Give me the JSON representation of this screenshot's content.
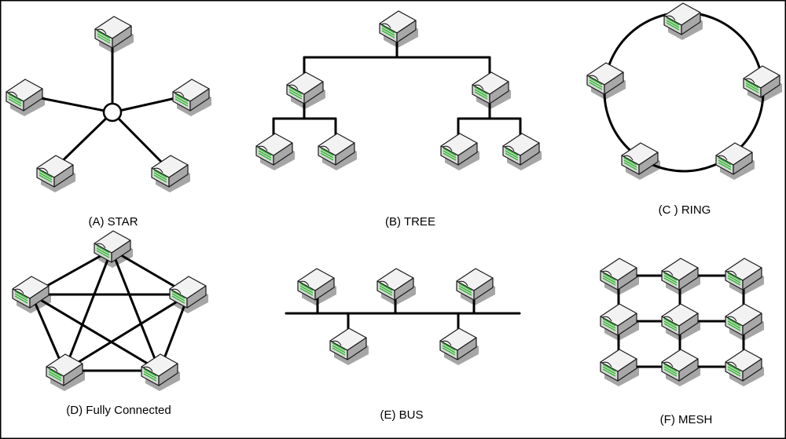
{
  "colors": {
    "background": "#ffffff",
    "frame": "#000000",
    "link": "#000000",
    "device_top": "#f2f2f2",
    "device_front": "#d9d9d9",
    "device_side": "#a8a8a8",
    "device_outline": "#1a1a1a",
    "device_ports": "#2db82d"
  },
  "device_icon": "network-switch-icon",
  "captions": {
    "star": "(A) STAR",
    "tree": "(B) TREE",
    "ring": "(C ) RING",
    "fully_connected": "(D) Fully Connected",
    "bus": "(E) BUS",
    "mesh": "(F) MESH"
  }
}
